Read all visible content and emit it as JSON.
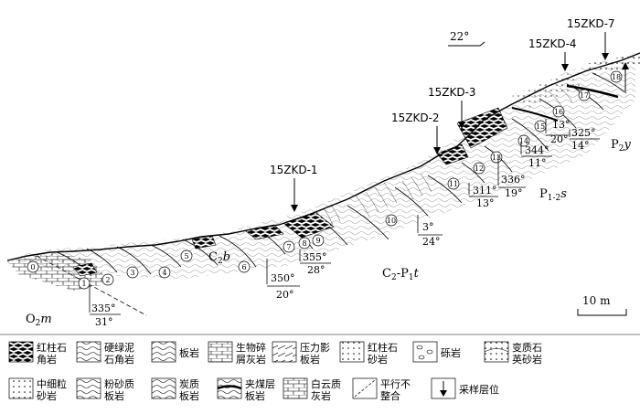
{
  "section": {
    "orientation_angle": "22°",
    "scale_label": "10 m",
    "boreholes": [
      "15ZKD-1",
      "15ZKD-2",
      "15ZKD-3",
      "15ZKD-4",
      "15ZKD-7"
    ],
    "strata": [
      {
        "base": "O",
        "sub": "2",
        "suffix": "m"
      },
      {
        "base": "C",
        "sub": "2",
        "suffix": "b"
      },
      {
        "base": "C",
        "sub": "2",
        "mid": "-P",
        "sub2": "1",
        "suffix": "t"
      },
      {
        "base": "P",
        "sub": "1-2",
        "suffix": "s"
      },
      {
        "base": "P",
        "sub": "2",
        "suffix": "y"
      }
    ],
    "layer_numbers": [
      "0",
      "1",
      "2",
      "3",
      "4",
      "5",
      "6",
      "7",
      "8",
      "9",
      "10",
      "11",
      "12",
      "13",
      "14",
      "15",
      "16",
      "17",
      "18"
    ],
    "attitudes": [
      {
        "strike": "335°",
        "dip": "31°"
      },
      {
        "strike": "350°",
        "dip": "20°"
      },
      {
        "strike": "355°",
        "dip": "28°"
      },
      {
        "strike": "3°",
        "dip": "24°"
      },
      {
        "strike": "311°",
        "dip": "13°"
      },
      {
        "strike": "336°",
        "dip": "19°"
      },
      {
        "strike": "344°",
        "dip": "11°"
      },
      {
        "strike": "13°",
        "dip": "20°"
      },
      {
        "strike": "325°",
        "dip": "14°"
      }
    ]
  },
  "legend": {
    "items": [
      {
        "icon": "red-andalusite-breccia-icon",
        "line1": "红柱石",
        "line2": "角岩"
      },
      {
        "icon": "hard-green-mudstone-hornfels-icon",
        "line1": "硬绿泥",
        "line2": "石角岩"
      },
      {
        "icon": "slate-icon",
        "line1": "板岩",
        "line2": ""
      },
      {
        "icon": "bioclastic-limestone-icon",
        "line1": "生物碎",
        "line2": "屑灰岩"
      },
      {
        "icon": "pressure-shadow-slate-icon",
        "line1": "压力影",
        "line2": "板岩"
      },
      {
        "icon": "andalusite-sandstone-icon",
        "line1": "红柱石",
        "line2": "砂岩"
      },
      {
        "icon": "gravel-rock-icon",
        "line1": "砾岩",
        "line2": ""
      },
      {
        "icon": "metaquartz-sandstone-icon",
        "line1": "变质石",
        "line2": "英砂岩"
      },
      {
        "icon": "medium-fine-sandstone-icon",
        "line1": "中细粒",
        "line2": "砂岩"
      },
      {
        "icon": "silty-slate-icon",
        "line1": "粉砂质",
        "line2": "板岩"
      },
      {
        "icon": "carbonaceous-slate-icon",
        "line1": "炭质",
        "line2": "板岩"
      },
      {
        "icon": "coal-seam-slate-icon",
        "line1": "夹煤层",
        "line2": "板岩"
      },
      {
        "icon": "dolomitic-limestone-icon",
        "line1": "白云质",
        "line2": "灰岩"
      },
      {
        "icon": "disconformity-icon",
        "line1": "平行不",
        "line2": "整合"
      },
      {
        "icon": "sampling-position-icon",
        "line1": "采样层位",
        "line2": ""
      }
    ]
  }
}
